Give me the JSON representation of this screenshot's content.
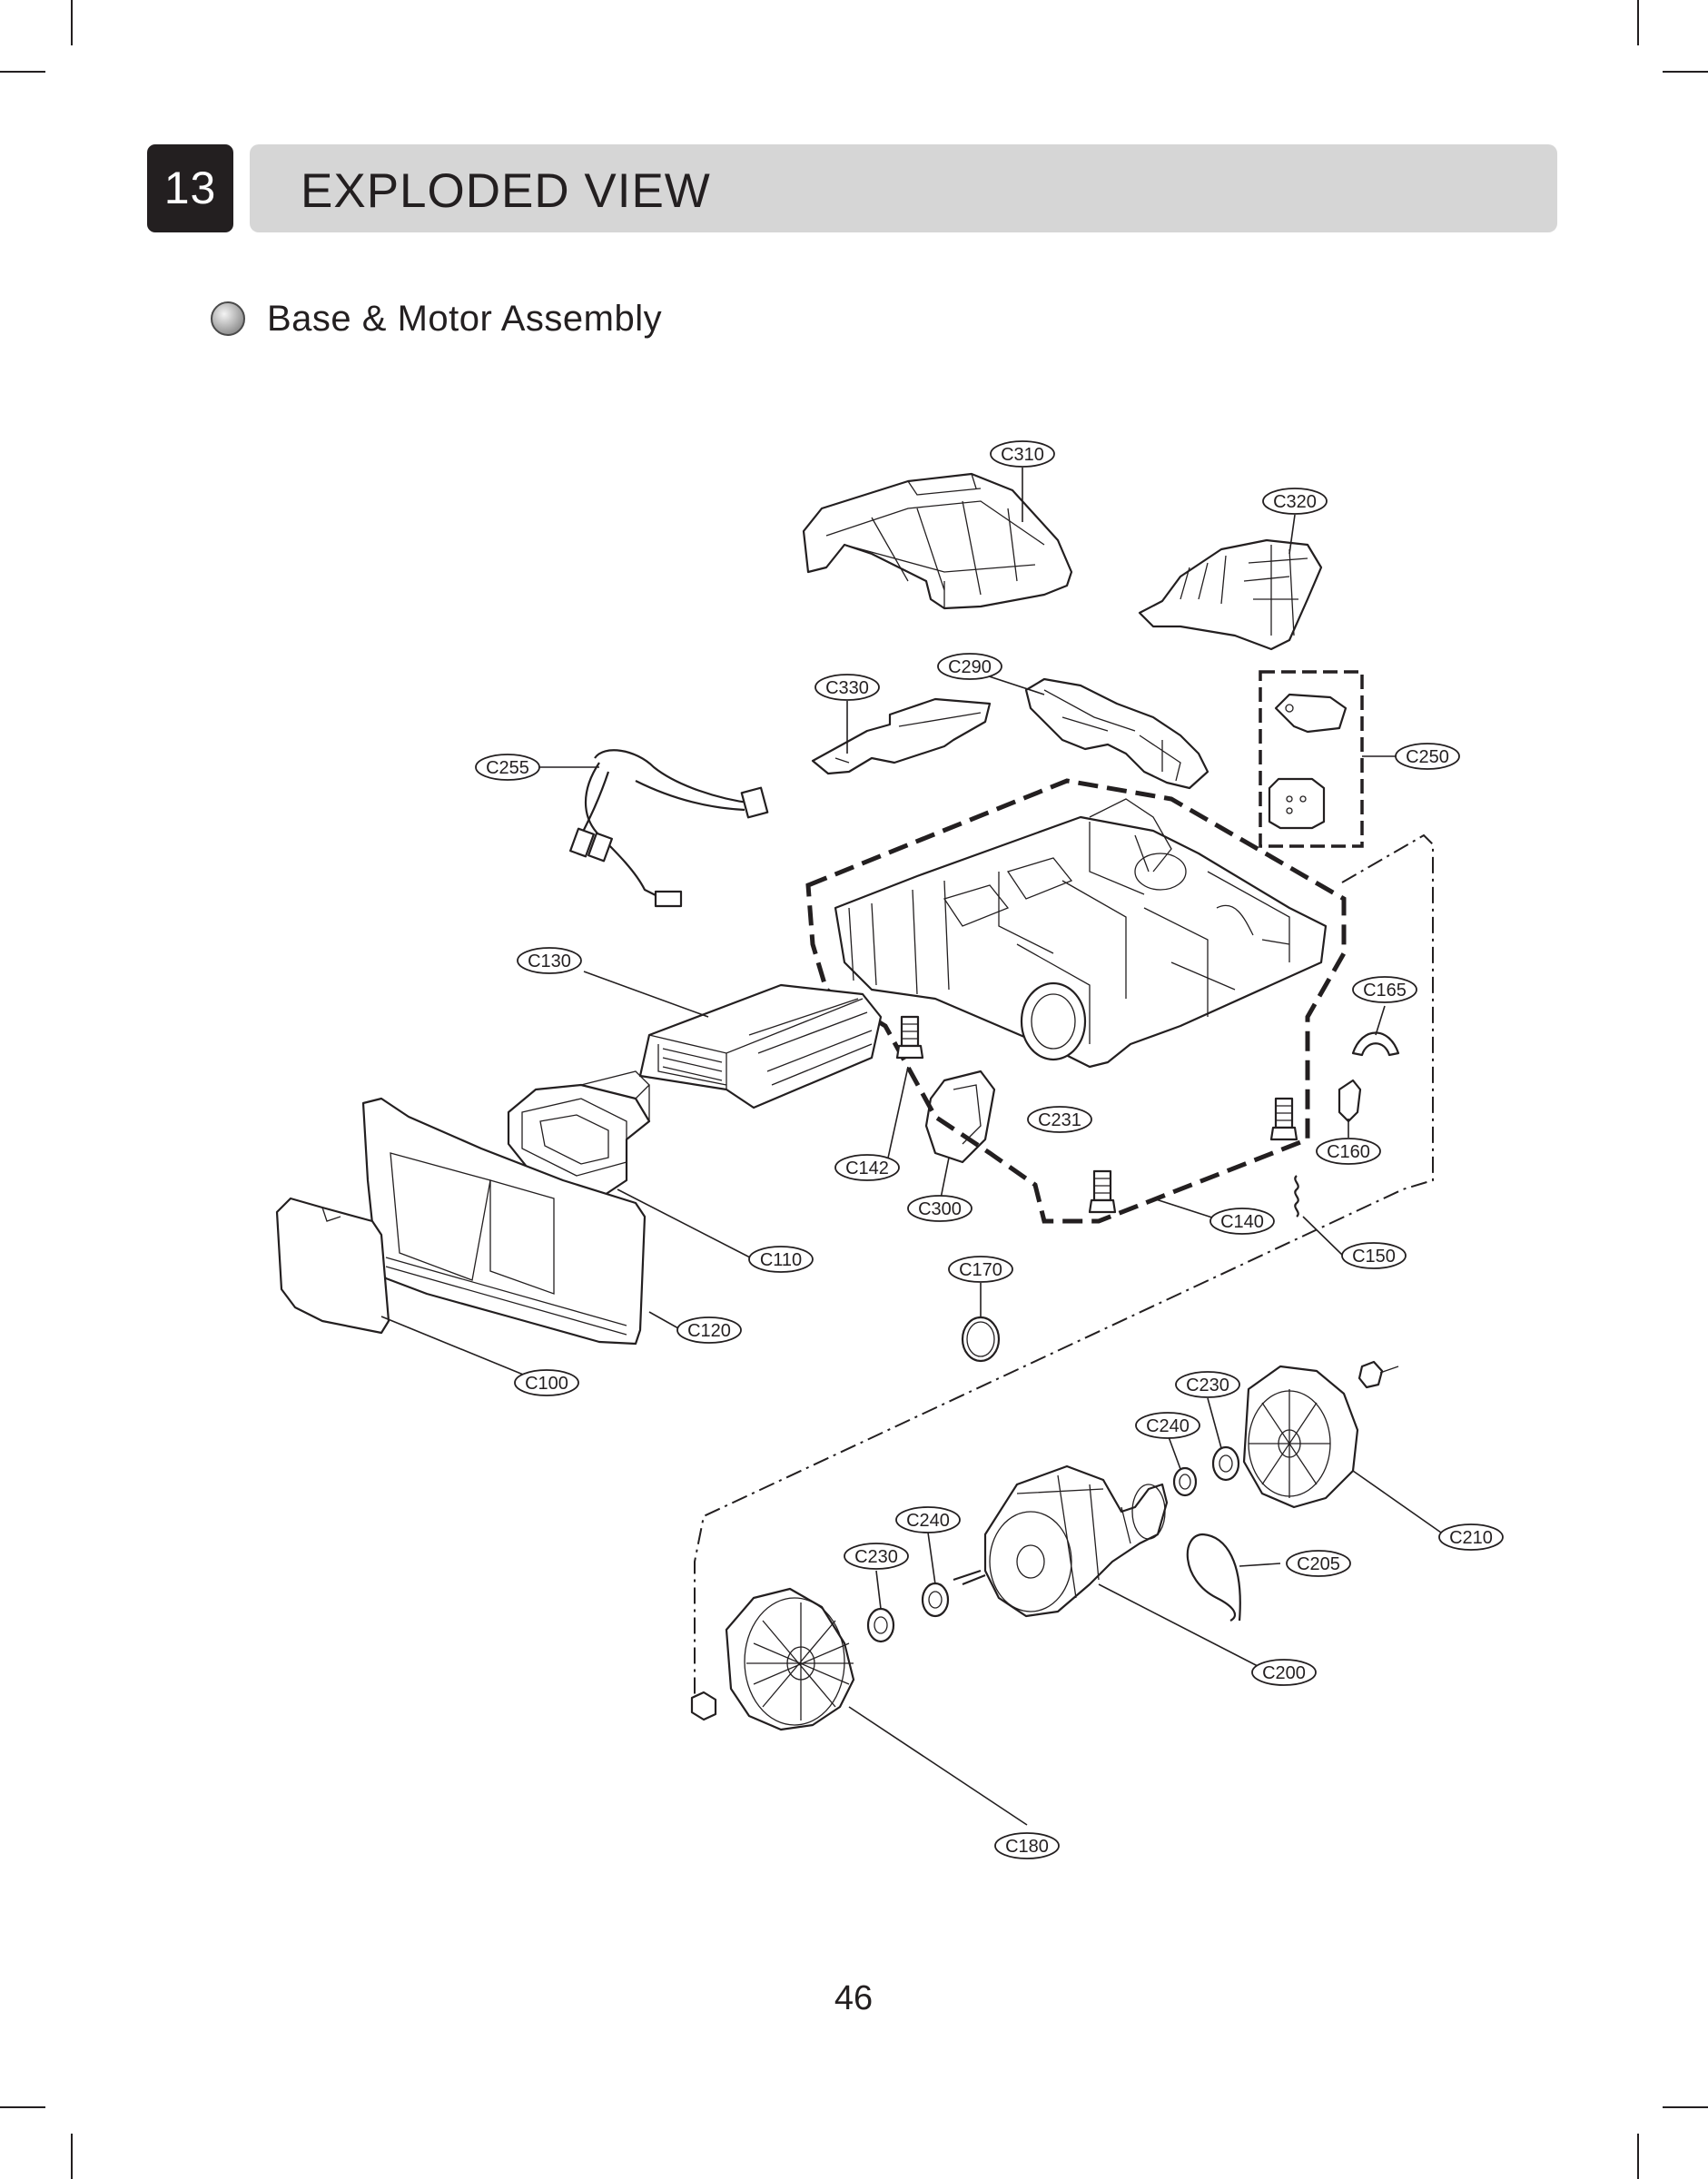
{
  "header": {
    "section_number": "13",
    "title": "EXPLODED VIEW"
  },
  "subsection": {
    "title": "Base & Motor Assembly",
    "bullet_icon": "gray-sphere-bullet-icon"
  },
  "callouts": {
    "c310": "C310",
    "c320": "C320",
    "c330": "C330",
    "c290": "C290",
    "c250": "C250",
    "c255": "C255",
    "c130": "C130",
    "c165": "C165",
    "c231": "C231",
    "c142": "C142",
    "c160": "C160",
    "c300": "C300",
    "c140": "C140",
    "c110": "C110",
    "c150": "C150",
    "c170": "C170",
    "c120": "C120",
    "c100": "C100",
    "c230_right": "C230",
    "c240_right": "C240",
    "c210": "C210",
    "c240_left": "C240",
    "c205": "C205",
    "c230_left": "C230",
    "c200": "C200",
    "c180": "C180"
  },
  "footer": {
    "page_number": "46"
  },
  "colors": {
    "ink": "#231f20",
    "header_bar": "#d6d6d6",
    "page": "#ffffff"
  }
}
